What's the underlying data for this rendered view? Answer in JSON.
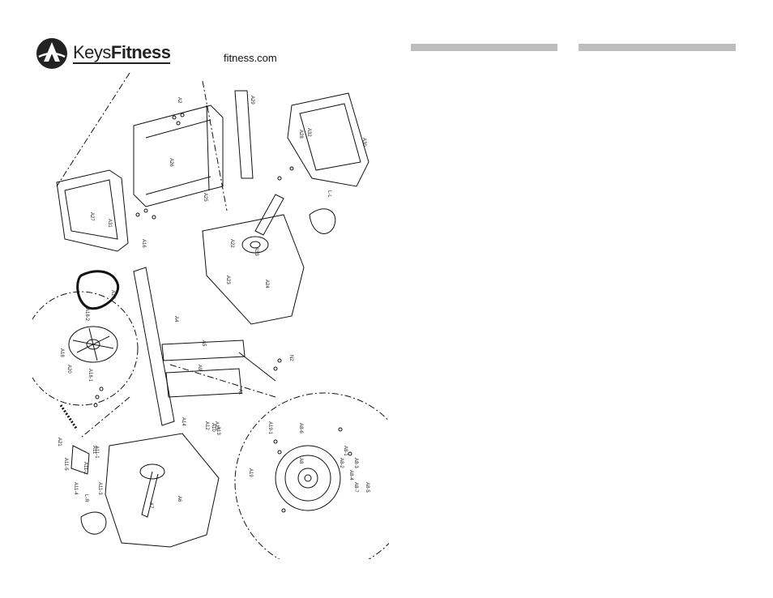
{
  "header": {
    "brand_first": "Keys",
    "brand_second": "Fitness",
    "website": "fitness.com"
  },
  "diagram": {
    "labels": {
      "l1": "A1",
      "l2": "A2",
      "l3": "A4",
      "l4": "A5",
      "l5": "A6",
      "l6": "A7",
      "l7": "A8",
      "l8": "A9",
      "l9": "A10",
      "l10": "A11",
      "l11": "A12",
      "l12": "A13",
      "l13": "A14",
      "l14": "A15",
      "l15": "A16",
      "l16": "A17",
      "l17": "A18",
      "l18": "A19",
      "l19": "A20",
      "l20": "A21",
      "l21": "A22",
      "l22": "A23",
      "l23": "A24",
      "l24": "A25",
      "l25": "A26",
      "l26": "A27",
      "l27": "A28",
      "l28": "A29",
      "l29": "A30",
      "l30": "A31",
      "l31": "A32",
      "l32": "A33",
      "l33": "L-R",
      "l34": "L-L",
      "l35": "A11-1",
      "l36": "A11-2",
      "l37": "A11-3",
      "l38": "A11-4",
      "l39": "A11-5",
      "l40": "A18-1",
      "l41": "A18-2",
      "l42": "A19-1",
      "l43": "A8-1",
      "l44": "A8-2",
      "l45": "A8-3",
      "l46": "A8-4",
      "l47": "A8-5",
      "l48": "A8-6",
      "l49": "A8-7",
      "l50": "N2"
    }
  }
}
